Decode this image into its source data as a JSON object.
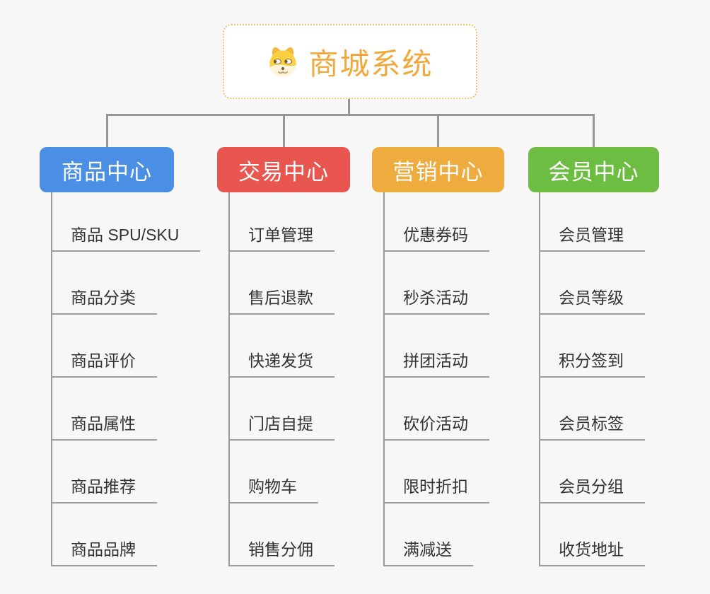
{
  "root": {
    "title": "商城系统",
    "icon": "dog-icon",
    "accent_color": "#f0a93c",
    "border_color": "#f3c26f"
  },
  "connector_color": "#979797",
  "branches": [
    {
      "label": "商品中心",
      "color": "#4a8fe4",
      "items": [
        "商品 SPU/SKU",
        "商品分类",
        "商品评价",
        "商品属性",
        "商品推荐",
        "商品品牌"
      ]
    },
    {
      "label": "交易中心",
      "color": "#e8564f",
      "items": [
        "订单管理",
        "售后退款",
        "快递发货",
        "门店自提",
        "购物车",
        "销售分佣"
      ]
    },
    {
      "label": "营销中心",
      "color": "#efac3e",
      "items": [
        "优惠券码",
        "秒杀活动",
        "拼团活动",
        "砍价活动",
        "限时折扣",
        "满减送"
      ]
    },
    {
      "label": "会员中心",
      "color": "#6ebd43",
      "items": [
        "会员管理",
        "会员等级",
        "积分签到",
        "会员标签",
        "会员分组",
        "收货地址"
      ]
    }
  ]
}
